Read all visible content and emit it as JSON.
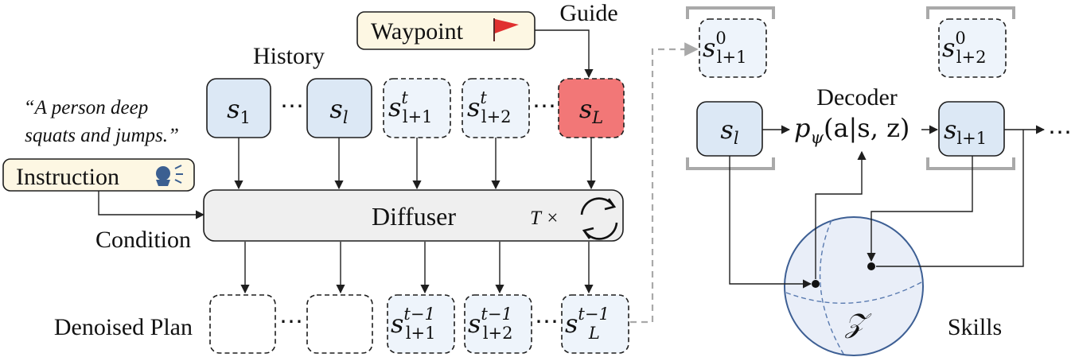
{
  "labels": {
    "guide": "Guide",
    "waypoint": "Waypoint",
    "history": "History",
    "quote_line1": "“A person deep",
    "quote_line2": "squats and jumps.”",
    "instruction": "Instruction",
    "condition": "Condition",
    "diffuser": "Diffuser",
    "times": "T ×",
    "denoised_plan": "Denoised Plan",
    "decoder": "Decoder",
    "skills": "Skills",
    "dots": "⋯",
    "trailing_dots": "⋯"
  },
  "history_states": [
    {
      "base": "s",
      "sub": "1",
      "sup": ""
    },
    {
      "base": "s",
      "sub": "l",
      "sup": ""
    },
    {
      "base": "s",
      "sub": "l+1",
      "sup": "t"
    },
    {
      "base": "s",
      "sub": "l+2",
      "sup": "t"
    },
    {
      "base": "s",
      "sub": "L",
      "sup": ""
    }
  ],
  "plan_states": [
    {
      "base": "s",
      "sub": "l+1",
      "sup": "t−1"
    },
    {
      "base": "s",
      "sub": "l+2",
      "sup": "t−1"
    },
    {
      "base": "s",
      "sub": "L",
      "sup": "t−1"
    }
  ],
  "decoder_side": {
    "top_left": {
      "base": "s",
      "sub": "l+1",
      "sup": "0"
    },
    "top_right": {
      "base": "s",
      "sub": "l+2",
      "sup": "0"
    },
    "left": {
      "base": "s",
      "sub": "l"
    },
    "right": {
      "base": "s",
      "sub": "l+1"
    },
    "decoder_fn": {
      "p": "p",
      "sub": "ψ",
      "args": "(a|s, z)"
    },
    "latent": "𝒵"
  },
  "colors": {
    "state_fill": "#dce8f5",
    "guide_fill": "#f27777",
    "tag_fill": "#fdf7e3",
    "diffuser_fill": "#efefef",
    "sphere_fill": "#e9eef8",
    "sphere_stroke": "#3d5f94"
  }
}
